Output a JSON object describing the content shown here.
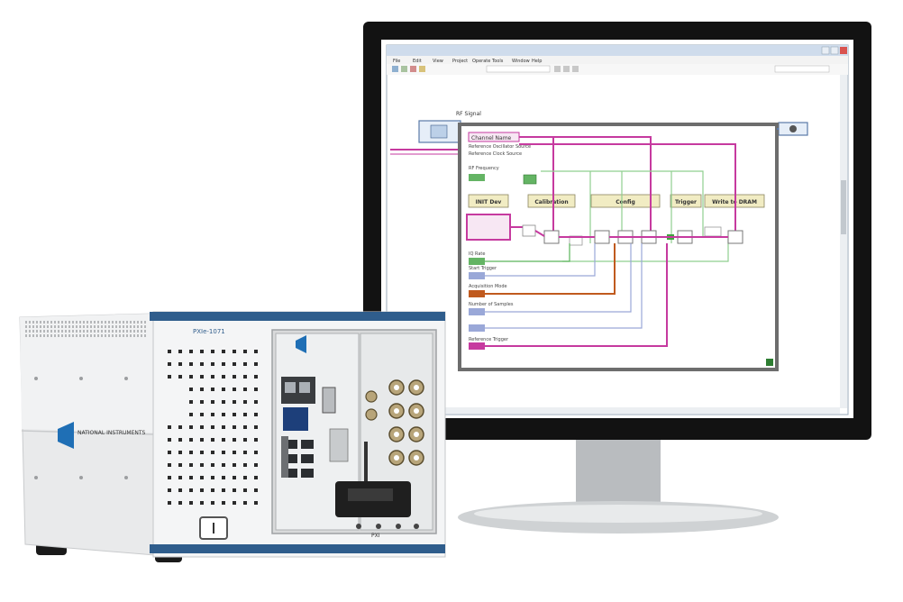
{
  "window": {
    "title_bar": "",
    "menu": [
      "File",
      "Edit",
      "View",
      "Project",
      "Operate",
      "Tools",
      "Window",
      "Help"
    ]
  },
  "diagram": {
    "frame_label": "RF Signal",
    "top_control": "Channel Name",
    "labels": [
      "Reference Oscillator Source",
      "Reference Clock Source",
      "RF Frequency",
      "IQ Rate",
      "Start Trigger",
      "Acquisition Mode",
      "Number of Samples",
      "Reference Trigger"
    ],
    "blocks": [
      "INIT Dev",
      "Calibration",
      "Config",
      "Trigger",
      "Write to DRAM"
    ]
  },
  "chassis": {
    "model_label": "PXIe-1071",
    "brand_small": "NATIONAL INSTRUMENTS",
    "module_label": "PXI"
  },
  "colors": {
    "monitor_bezel": "#111111",
    "chassis_body": "#ecedee",
    "chassis_trim": "#2f5d8c",
    "wire_pink": "#c63a9f",
    "wire_green": "#5bb55b",
    "wire_orange": "#c05a1e",
    "block_fill": "#f1ecc3"
  }
}
